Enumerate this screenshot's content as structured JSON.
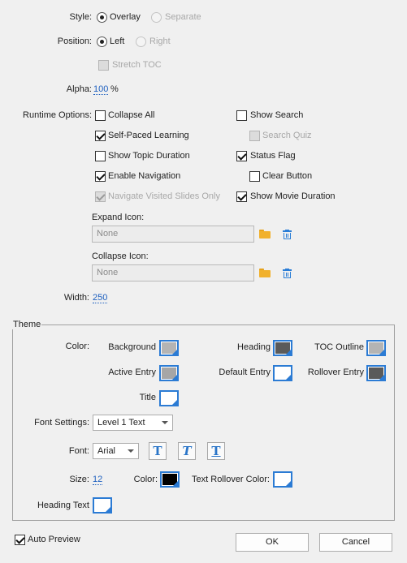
{
  "style": {
    "label": "Style:",
    "overlay": "Overlay",
    "separate": "Separate",
    "selected": "Overlay"
  },
  "position": {
    "label": "Position:",
    "left": "Left",
    "right": "Right",
    "selected": "Left"
  },
  "stretch_toc": {
    "label": "Stretch TOC",
    "checked": false,
    "disabled": true
  },
  "alpha": {
    "label": "Alpha:",
    "value": "100",
    "unit": "%"
  },
  "runtime": {
    "label": "Runtime Options:",
    "options": [
      {
        "label": "Collapse All",
        "checked": false,
        "disabled": false
      },
      {
        "label": "Show Search",
        "checked": false,
        "disabled": false
      },
      {
        "label": "Self-Paced Learning",
        "checked": true,
        "disabled": false
      },
      {
        "label": "Search Quiz",
        "checked": false,
        "disabled": true
      },
      {
        "label": "Show Topic Duration",
        "checked": false,
        "disabled": false
      },
      {
        "label": "Status Flag",
        "checked": true,
        "disabled": false
      },
      {
        "label": "Enable Navigation",
        "checked": true,
        "disabled": false
      },
      {
        "label": "Clear Button",
        "checked": false,
        "disabled": false
      },
      {
        "label": "Navigate Visited Slides Only",
        "checked": true,
        "disabled": true
      },
      {
        "label": "Show Movie Duration",
        "checked": true,
        "disabled": false
      }
    ]
  },
  "expand_icon": {
    "label": "Expand Icon:",
    "value": "None"
  },
  "collapse_icon": {
    "label": "Collapse Icon:",
    "value": "None"
  },
  "width": {
    "label": "Width:",
    "value": "250"
  },
  "theme": {
    "title": "Theme",
    "color_label": "Color:",
    "colors": {
      "background": {
        "label": "Background",
        "color": "#b4b4b4"
      },
      "heading": {
        "label": "Heading",
        "color": "#5a5a5a"
      },
      "toc_outline": {
        "label": "TOC Outline",
        "color": "#b4b4b4"
      },
      "active_entry": {
        "label": "Active Entry",
        "color": "#a6a6a6"
      },
      "default_entry": {
        "label": "Default Entry",
        "color": "#ffffff"
      },
      "rollover_entry": {
        "label": "Rollover Entry",
        "color": "#5a5a5a"
      },
      "title": {
        "label": "Title",
        "color": "#ffffff"
      }
    },
    "font_settings": {
      "label": "Font Settings:",
      "value": "Level 1 Text"
    },
    "font": {
      "label": "Font:",
      "value": "Arial",
      "bold": "T",
      "italic": "T",
      "underline": "T"
    },
    "size": {
      "label": "Size:",
      "value": "12"
    },
    "text_color": {
      "label": "Color:",
      "color": "#000000"
    },
    "text_rollover_color": {
      "label": "Text Rollover Color:",
      "color": "#ffffff"
    },
    "heading_text": {
      "label": "Heading Text",
      "color": "#ffffff"
    }
  },
  "auto_preview": {
    "label": "Auto Preview",
    "checked": true
  },
  "buttons": {
    "ok": "OK",
    "cancel": "Cancel"
  },
  "accent_color": "#2b7bd4"
}
